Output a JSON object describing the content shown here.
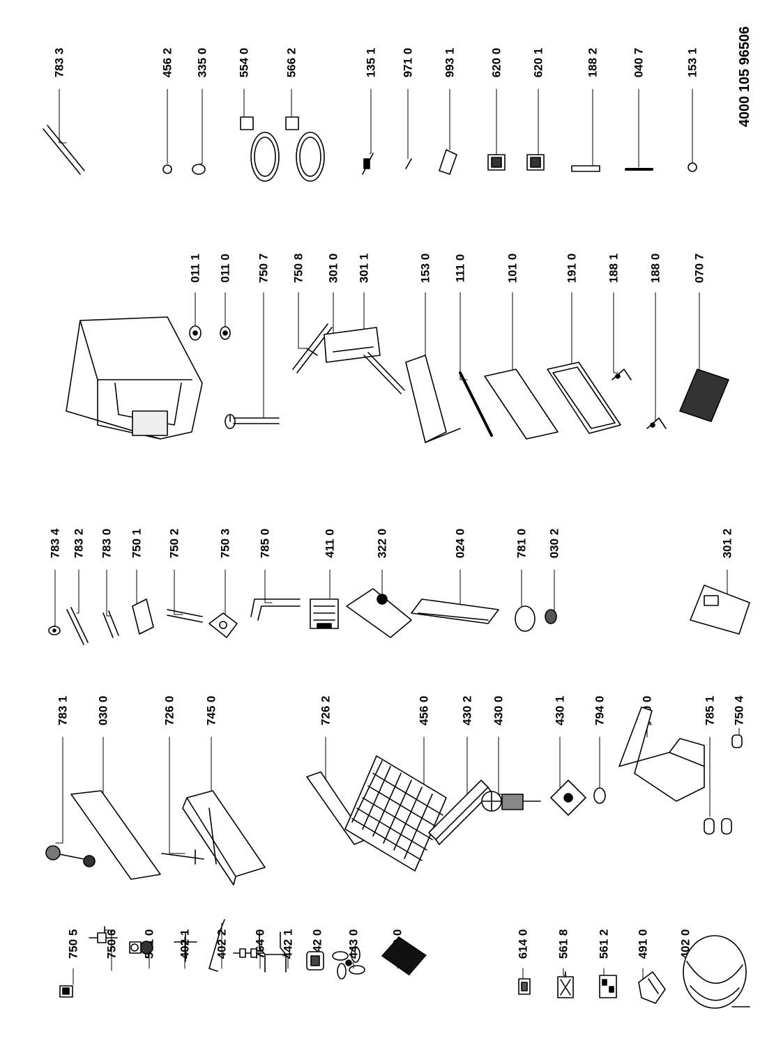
{
  "document_number": "4000 105 96506",
  "parts": [
    {
      "id": "p-7505",
      "code": "750 5"
    },
    {
      "id": "p-7506",
      "code": "750 6"
    },
    {
      "id": "p-5710",
      "code": "571 0"
    },
    {
      "id": "p-4021",
      "code": "402 1"
    },
    {
      "id": "p-4022",
      "code": "402 2"
    },
    {
      "id": "p-7640",
      "code": "764 0"
    },
    {
      "id": "p-4421",
      "code": "442 1"
    },
    {
      "id": "p-4420",
      "code": "442 0"
    },
    {
      "id": "p-4430",
      "code": "443 0"
    },
    {
      "id": "p-7400",
      "code": "740 0"
    },
    {
      "id": "p-6140",
      "code": "614 0"
    },
    {
      "id": "p-5618",
      "code": "561 8"
    },
    {
      "id": "p-5612",
      "code": "561 2"
    },
    {
      "id": "p-4910",
      "code": "491 0"
    },
    {
      "id": "p-4020",
      "code": "402 0"
    },
    {
      "id": "p-7831",
      "code": "783 1"
    },
    {
      "id": "p-0300",
      "code": "030 0"
    },
    {
      "id": "p-7260",
      "code": "726 0"
    },
    {
      "id": "p-7450",
      "code": "745 0"
    },
    {
      "id": "p-7262",
      "code": "726 2"
    },
    {
      "id": "p-4560",
      "code": "456 0"
    },
    {
      "id": "p-4302",
      "code": "430 2"
    },
    {
      "id": "p-4300",
      "code": "430 0"
    },
    {
      "id": "p-4301",
      "code": "430 1"
    },
    {
      "id": "p-7940",
      "code": "794 0"
    },
    {
      "id": "p-7500",
      "code": "750 0"
    },
    {
      "id": "p-7851",
      "code": "785 1"
    },
    {
      "id": "p-7504",
      "code": "750 4"
    },
    {
      "id": "p-7834",
      "code": "783 4"
    },
    {
      "id": "p-7832",
      "code": "783 2"
    },
    {
      "id": "p-7830",
      "code": "783 0"
    },
    {
      "id": "p-7501",
      "code": "750 1"
    },
    {
      "id": "p-7502",
      "code": "750 2"
    },
    {
      "id": "p-7503",
      "code": "750 3"
    },
    {
      "id": "p-7850",
      "code": "785 0"
    },
    {
      "id": "p-4110",
      "code": "411 0"
    },
    {
      "id": "p-3220",
      "code": "322 0"
    },
    {
      "id": "p-0240",
      "code": "024 0"
    },
    {
      "id": "p-7810",
      "code": "781 0"
    },
    {
      "id": "p-0302",
      "code": "030 2"
    },
    {
      "id": "p-3012",
      "code": "301 2"
    },
    {
      "id": "p-0111",
      "code": "011 1"
    },
    {
      "id": "p-0110",
      "code": "011 0"
    },
    {
      "id": "p-7507",
      "code": "750 7"
    },
    {
      "id": "p-7508",
      "code": "750 8"
    },
    {
      "id": "p-3010",
      "code": "301 0"
    },
    {
      "id": "p-3011",
      "code": "301 1"
    },
    {
      "id": "p-1530",
      "code": "153 0"
    },
    {
      "id": "p-1110",
      "code": "111 0"
    },
    {
      "id": "p-1010",
      "code": "101 0"
    },
    {
      "id": "p-1910",
      "code": "191 0"
    },
    {
      "id": "p-1881",
      "code": "188 1"
    },
    {
      "id": "p-1880",
      "code": "188 0"
    },
    {
      "id": "p-0707",
      "code": "070 7"
    },
    {
      "id": "p-7833",
      "code": "783 3"
    },
    {
      "id": "p-4562",
      "code": "456 2"
    },
    {
      "id": "p-3350",
      "code": "335 0"
    },
    {
      "id": "p-5540",
      "code": "554 0"
    },
    {
      "id": "p-5662",
      "code": "566 2"
    },
    {
      "id": "p-1351",
      "code": "135 1"
    },
    {
      "id": "p-9710",
      "code": "971 0"
    },
    {
      "id": "p-9931",
      "code": "993 1"
    },
    {
      "id": "p-6200",
      "code": "620 0"
    },
    {
      "id": "p-6201",
      "code": "620 1"
    },
    {
      "id": "p-1882",
      "code": "188 2"
    },
    {
      "id": "p-0407",
      "code": "040 7"
    },
    {
      "id": "p-1531",
      "code": "153 1"
    }
  ]
}
